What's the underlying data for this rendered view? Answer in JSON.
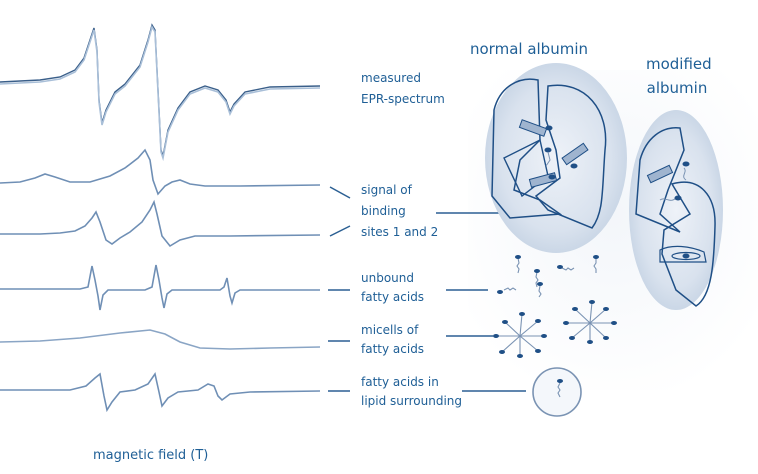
{
  "titles": {
    "normal": "normal albumin",
    "modified_line1": "modified",
    "modified_line2": "albumin"
  },
  "labels": {
    "measured_line1": "measured",
    "measured_line2": "EPR-spectrum",
    "binding_line1": "signal of",
    "binding_line2": "binding",
    "binding_line3": "sites 1 and 2",
    "unbound_line1": "unbound",
    "unbound_line2": "fatty acids",
    "micelles_line1": "micells of",
    "micelles_line2": "fatty acids",
    "lipid_line1": "fatty acids in",
    "lipid_line2": "lipid surrounding"
  },
  "axis_label": "magnetic field (T)",
  "colors": {
    "primary": "#1f5f96",
    "trace": "#6f8fb5",
    "trace_dark": "#3a5f8a",
    "shape_fill": "#d9e2ee"
  }
}
